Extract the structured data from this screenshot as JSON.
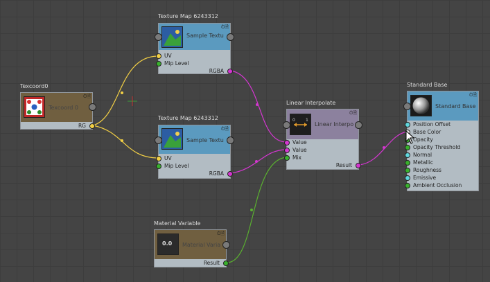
{
  "colors": {
    "canvas": "#444444",
    "wire_yellow": "#f2cf45",
    "wire_magenta": "#d436d0",
    "wire_green": "#5ab030",
    "node_body": "#b2bcc3"
  },
  "nodes": {
    "tex1": {
      "title": "Texture Map 6243312",
      "label": "Sample Textu",
      "ports_in": [
        "UV",
        "Mip Level"
      ],
      "port_out": "RGBA",
      "icon": "texture-image-icon"
    },
    "texcoord": {
      "title": "Texcoord0",
      "label": "Texcoord 0",
      "port_out": "RG",
      "icon": "texcoord-pattern-icon"
    },
    "tex2": {
      "title": "Texture Map 6243312",
      "label": "Sample Textu",
      "ports_in": [
        "UV",
        "Mip Level"
      ],
      "port_out": "RGBA",
      "icon": "texture-image-icon"
    },
    "lerp": {
      "title": "Linear Interpolate",
      "label": "Linear Interpo",
      "ports_in": [
        "Value",
        "Value",
        "Mix"
      ],
      "port_out": "Result",
      "icon": "lerp-icon"
    },
    "matvar": {
      "title": "Material Variable",
      "label": "Material Varia",
      "value": "0.0",
      "port_out": "Result",
      "icon": "value-icon"
    },
    "stdbase": {
      "title": "Standard Base",
      "label": "Standard Base",
      "ports_in": [
        "Position Offset",
        "Base Color",
        "Opacity",
        "Opacity Threshold",
        "Normal",
        "Metallic",
        "Roughness",
        "Emissive",
        "Ambient Occlusion"
      ],
      "icon": "sphere-preview-icon"
    }
  },
  "corner_icons": [
    "clock-icon",
    "pin-icon"
  ]
}
